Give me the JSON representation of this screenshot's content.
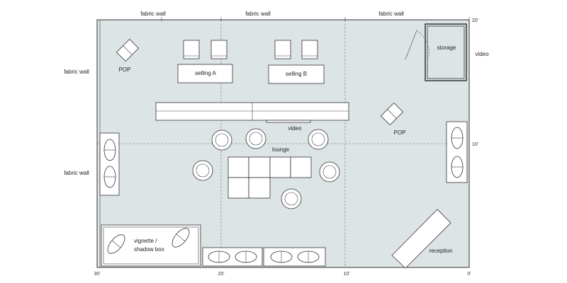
{
  "labels": {
    "fabric_wall_top_1": "fabric wall",
    "fabric_wall_top_2": "fabric wall",
    "fabric_wall_top_3": "fabric wall",
    "fabric_wall_left_1": "fabric wall",
    "fabric_wall_left_2": "fabric wall",
    "video_right": "video",
    "storage": "storage",
    "pop_1": "POP",
    "pop_2": "POP",
    "selling_a": "selling A",
    "selling_b": "selling B",
    "video_center": "video",
    "lounge": "lounge",
    "vignette_line1": "vignette /",
    "vignette_line2": "shadow box",
    "reception": "reception"
  },
  "scale": {
    "bottom": [
      "30'",
      "20'",
      "10'",
      "0'"
    ],
    "right": [
      "20'",
      "10'"
    ]
  },
  "colors": {
    "floor": "#dde4e6",
    "fixture": "#ffffff",
    "line": "#333333"
  }
}
